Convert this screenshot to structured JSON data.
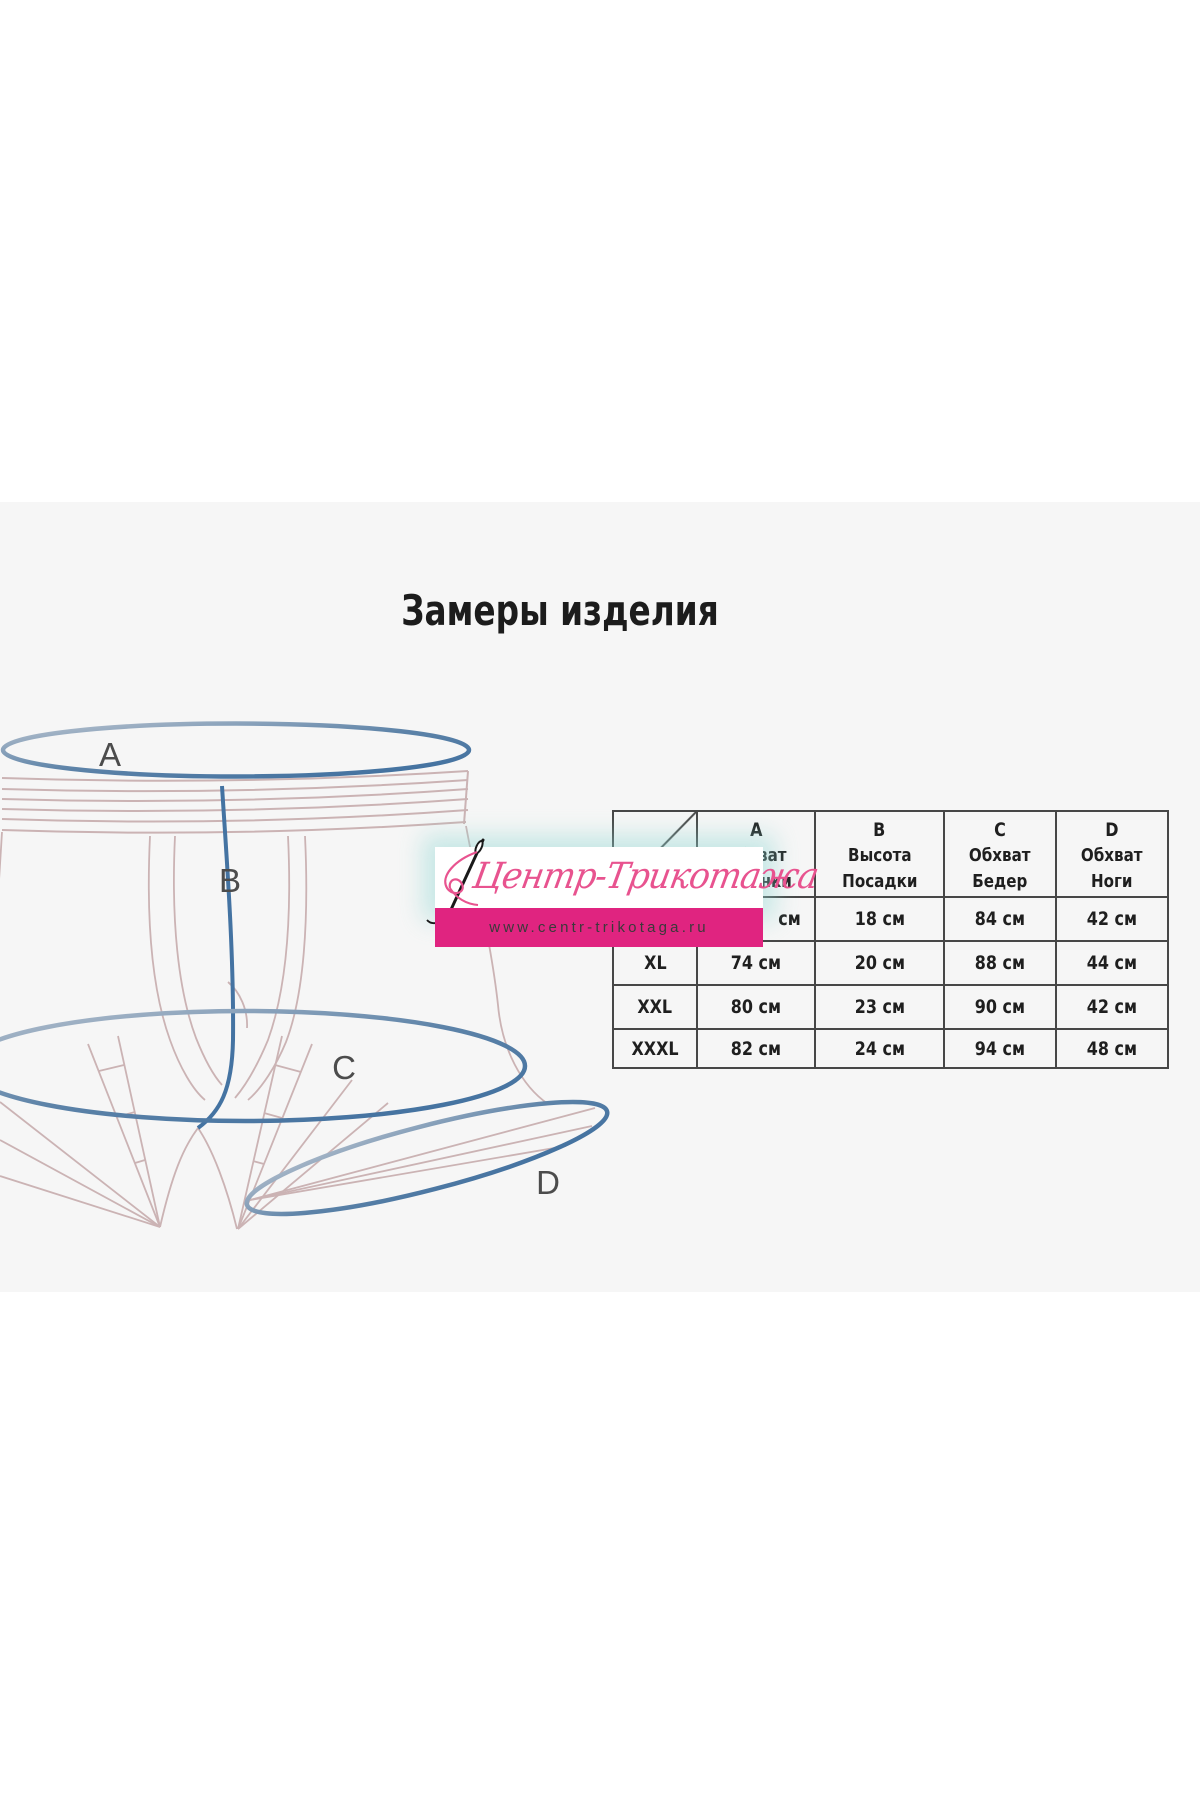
{
  "title": "Замеры изделия",
  "diagram": {
    "labels": {
      "a": "A",
      "b": "B",
      "c": "C",
      "d": "D"
    }
  },
  "size_table": {
    "columns": [
      {
        "letter": "A",
        "measure_line1": "Обхват",
        "measure_line2": "Резинки"
      },
      {
        "letter": "B",
        "measure_line1": "Высота",
        "measure_line2": "Посадки"
      },
      {
        "letter": "C",
        "measure_line1": "Обхват",
        "measure_line2": "Бедер"
      },
      {
        "letter": "D",
        "measure_line1": "Обхват",
        "measure_line2": "Ноги"
      }
    ],
    "rows": [
      {
        "size": "",
        "a": "см",
        "b": "18 см",
        "c": "84 см",
        "d": "42 см"
      },
      {
        "size": "XL",
        "a": "74 см",
        "b": "20 см",
        "c": "88 см",
        "d": "44 см"
      },
      {
        "size": "XXL",
        "a": "80 см",
        "b": "23 см",
        "c": "90 см",
        "d": "42 см"
      },
      {
        "size": "XXXL",
        "a": "82 см",
        "b": "24 см",
        "c": "94 см",
        "d": "48 см"
      }
    ]
  },
  "watermark": {
    "brand": "Центр-Трикотажа",
    "url": "www.centr-trikotaga.ru"
  },
  "colors": {
    "accent_blue": "#3f6f9e",
    "seam_pink": "#cbb3b4",
    "banner_magenta": "#e02480",
    "brand_pink": "#e8538f",
    "glow_cyan": "#8ed6d2"
  }
}
